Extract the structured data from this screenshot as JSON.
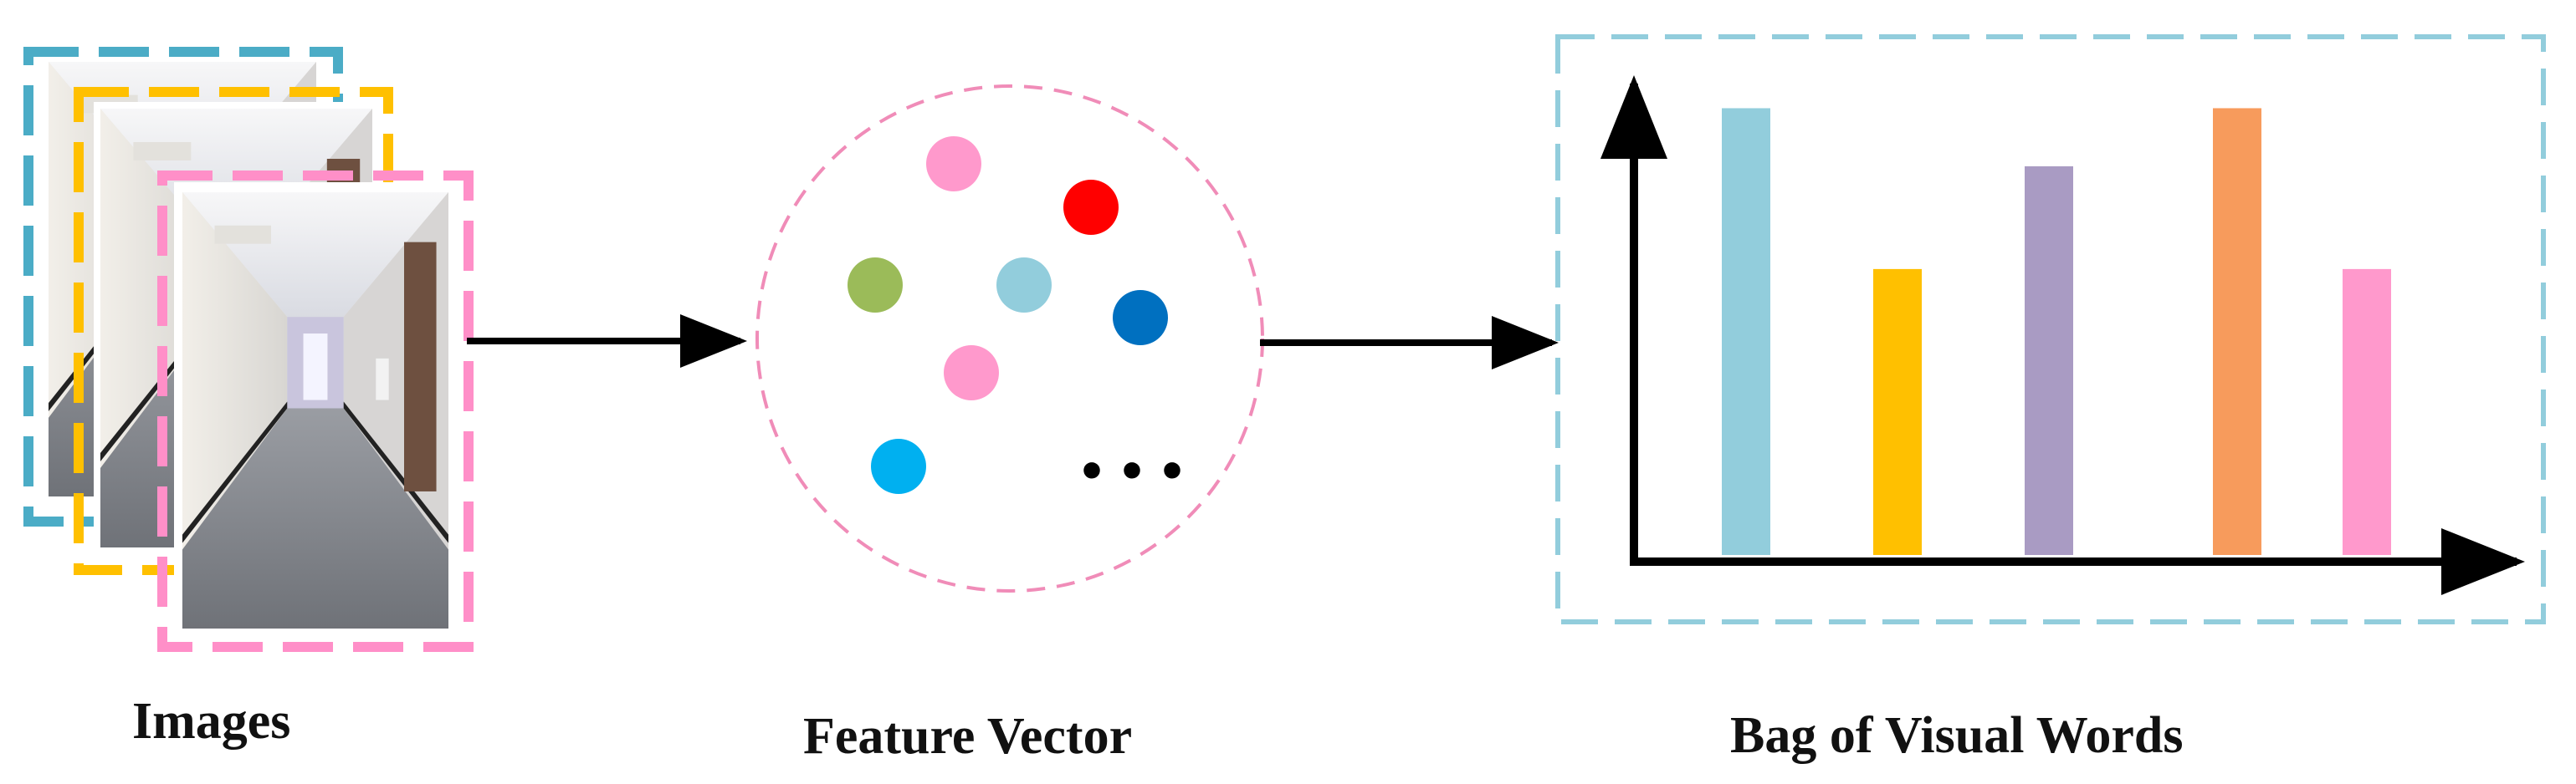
{
  "labels": {
    "images": "Images",
    "feature_vector": "Feature Vector",
    "bag_of_visual_words": "Bag of Visual Words"
  },
  "frame_colors": [
    "#4bacc6",
    "#ffc000",
    "#ff8fc8"
  ],
  "feature_dots": [
    "#ff99cc",
    "#ff0000",
    "#9bbb59",
    "#92cddc",
    "#0070c0",
    "#ff99cc",
    "#00b0f0"
  ],
  "ellipsis": "...",
  "chart_data": {
    "type": "bar",
    "categories": [],
    "colors": [
      "#92cddc",
      "#ffc000",
      "#a99bc3",
      "#f79b5c",
      "#ff99cc"
    ],
    "values": [
      1.0,
      0.64,
      0.87,
      1.0,
      0.64
    ],
    "title": "",
    "xlabel": "",
    "ylabel": "",
    "ylim": [
      0,
      1.1
    ],
    "grid": false
  }
}
